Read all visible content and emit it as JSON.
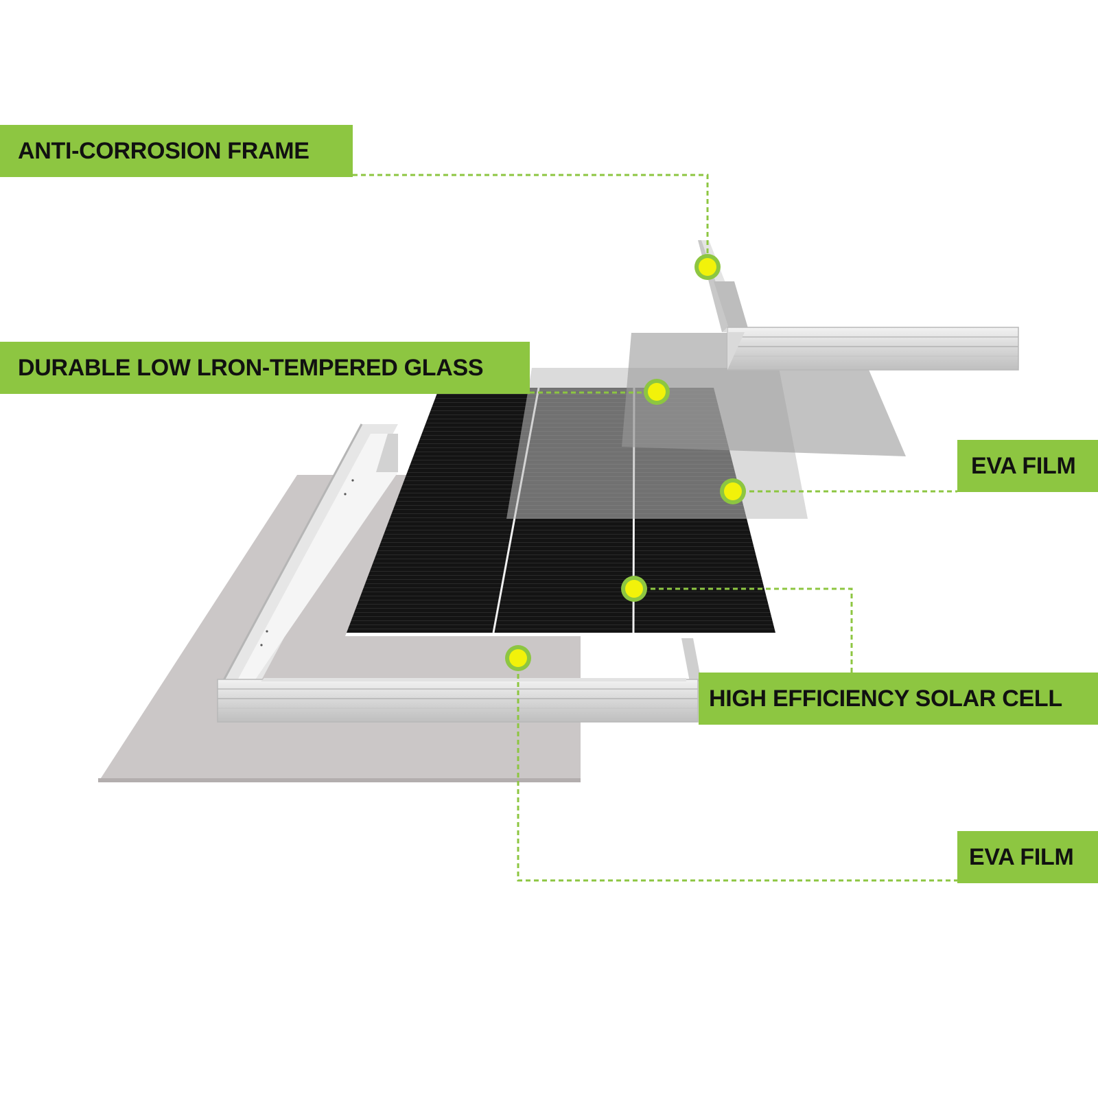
{
  "labels": {
    "frame": "ANTI-CORROSION FRAME",
    "glass": "DURABLE LOW LRON-TEMPERED GLASS",
    "eva_top": "EVA FILM",
    "cell": "HIGH EFFICIENCY SOLAR CELL",
    "eva_bottom": "EVA FILM"
  },
  "colors": {
    "label_bg": "#8dc641",
    "label_text": "#111111",
    "leader_line": "#8dc641",
    "marker_fill": "#f2f20a",
    "marker_ring": "#8dc641",
    "cell_black": "#141414",
    "frame_silver": "#dcdcdc",
    "backsheet": "#cbc7c7",
    "glass_gray": "#9a9a9a"
  }
}
